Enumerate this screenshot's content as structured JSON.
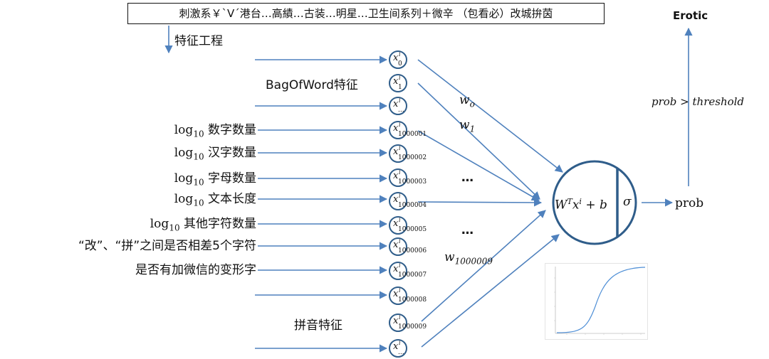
{
  "input_text": "刺激系￥`V´港台…高績…古装…明星…卫生间系列＋微辛 （包看必）改城拚茵",
  "feature_engineering_label": "特征工程",
  "bag_of_words_label": "BagOfWord特征",
  "pinyin_label": "拼音特征",
  "features": {
    "log_base": "log",
    "log_sub": "10",
    "digit_count": "数字数量",
    "hanzi_count": "汉字数量",
    "letter_count": "字母数量",
    "text_length": "文本长度",
    "other_char_count": "其他字符数量",
    "gap_feature": "“改”、“拼”之间是否相差5个字符",
    "variant_feature": "是否有加微信的变形字"
  },
  "nodes": {
    "var": "x",
    "sup": "i",
    "subs": [
      "0",
      "1",
      "...",
      "1000001",
      "1000002",
      "1000003",
      "1000004",
      "1000005",
      "1000006",
      "1000007",
      "1000008",
      "1000009",
      "..."
    ]
  },
  "weights": {
    "w0": "w",
    "w0_sub": "o",
    "w1": "w",
    "w1_sub": "1",
    "dots": "…",
    "wlast": "w",
    "wlast_sub": "1000009"
  },
  "neuron": {
    "formula_w": "W",
    "formula_T": "T",
    "formula_x": "x",
    "formula_i": "i",
    "formula_rest": " + b",
    "activation": "σ"
  },
  "output": {
    "prob_label": "prob",
    "condition": "prob > threshold",
    "result_label": "Erotic"
  },
  "colors": {
    "arrow": "#4f81bd",
    "node_border": "#2f5d8a",
    "sigmoid_curve": "#4f8fd6"
  }
}
